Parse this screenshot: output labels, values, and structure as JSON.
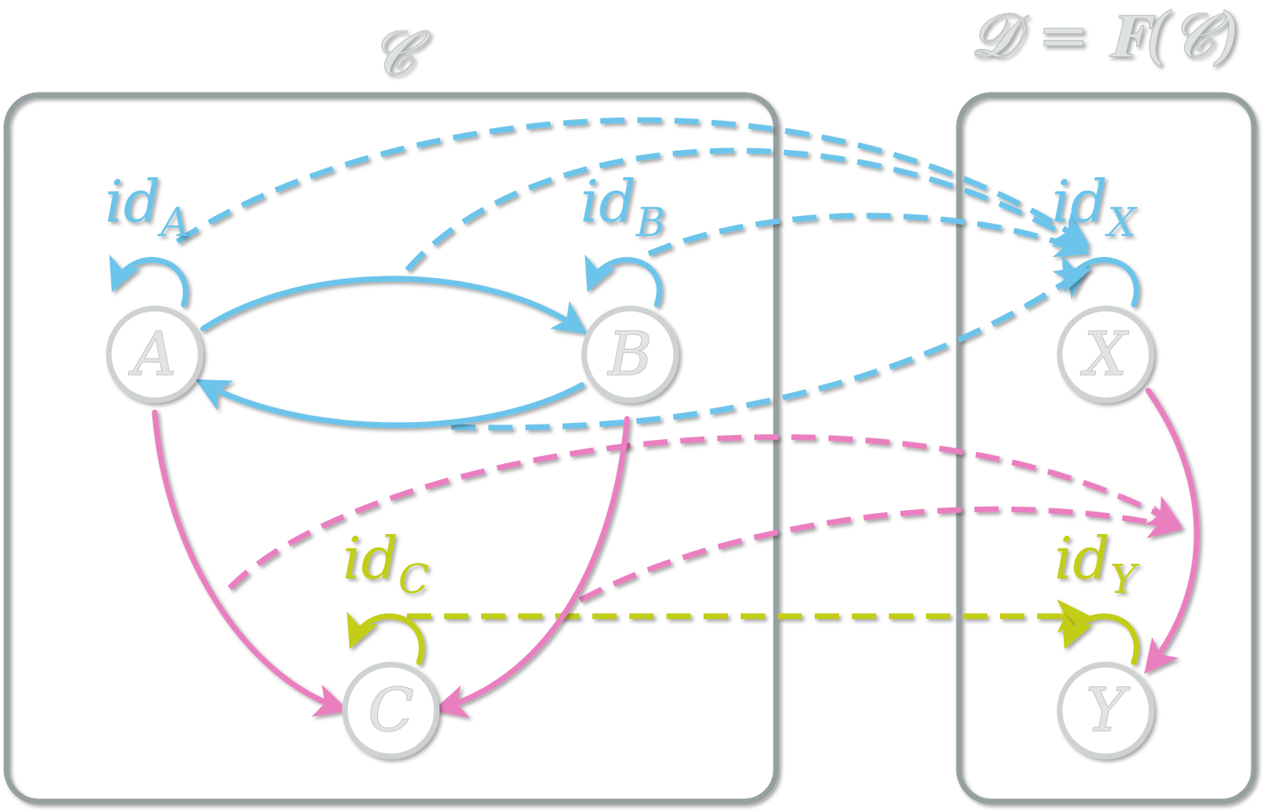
{
  "categories": {
    "source": {
      "label": "𝒞"
    },
    "target": {
      "label": "𝒟 = 𝐅(𝒞)"
    }
  },
  "objects": [
    {
      "key": "A",
      "label": "A"
    },
    {
      "key": "B",
      "label": "B"
    },
    {
      "key": "C",
      "label": "C"
    },
    {
      "key": "X",
      "label": "X"
    },
    {
      "key": "Y",
      "label": "Y"
    }
  ],
  "identities": {
    "A": {
      "main": "id",
      "sub": "A"
    },
    "B": {
      "main": "id",
      "sub": "B"
    },
    "C": {
      "main": "id",
      "sub": "C"
    },
    "X": {
      "main": "id",
      "sub": "X"
    },
    "Y": {
      "main": "id",
      "sub": "Y"
    }
  },
  "morphisms": [
    {
      "from": "A",
      "to": "B"
    },
    {
      "from": "B",
      "to": "A"
    },
    {
      "from": "A",
      "to": "C"
    },
    {
      "from": "B",
      "to": "C"
    },
    {
      "from": "X",
      "to": "Y"
    }
  ],
  "functor_mappings": [
    {
      "from": "id_A",
      "to": "id_X"
    },
    {
      "from": "A→B",
      "to": "id_X"
    },
    {
      "from": "id_B",
      "to": "id_X"
    },
    {
      "from": "B→A",
      "to": "id_X"
    },
    {
      "from": "A→C",
      "to": "X→Y"
    },
    {
      "from": "B→C",
      "to": "X→Y"
    },
    {
      "from": "id_C",
      "to": "id_Y"
    }
  ],
  "colors": {
    "blue": "#6cc4ea",
    "pink": "#ea7fc0",
    "olive": "#c2cd12",
    "frame": "#96a0a1",
    "node_stroke": "#cfd2d2"
  }
}
